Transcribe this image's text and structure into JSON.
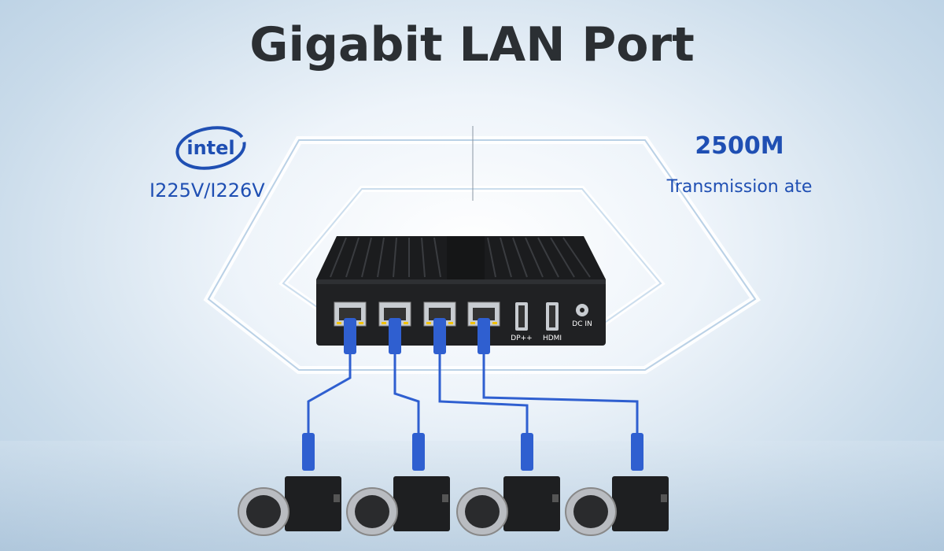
{
  "title": "Gigabit LAN Port",
  "left_feature": {
    "logo_text": "intel",
    "chip_model": "I225V/I226V"
  },
  "right_feature": {
    "speed": "2500M",
    "caption": "Transmission ate"
  },
  "device": {
    "port_labels": {
      "dp": "DP++",
      "hdmi": "HDMI",
      "dc": "DC IN"
    },
    "lan_port_count": 4
  },
  "colors": {
    "accent": "#1f4fb3",
    "cable": "#2f5fd0",
    "title": "#2b2f33"
  }
}
